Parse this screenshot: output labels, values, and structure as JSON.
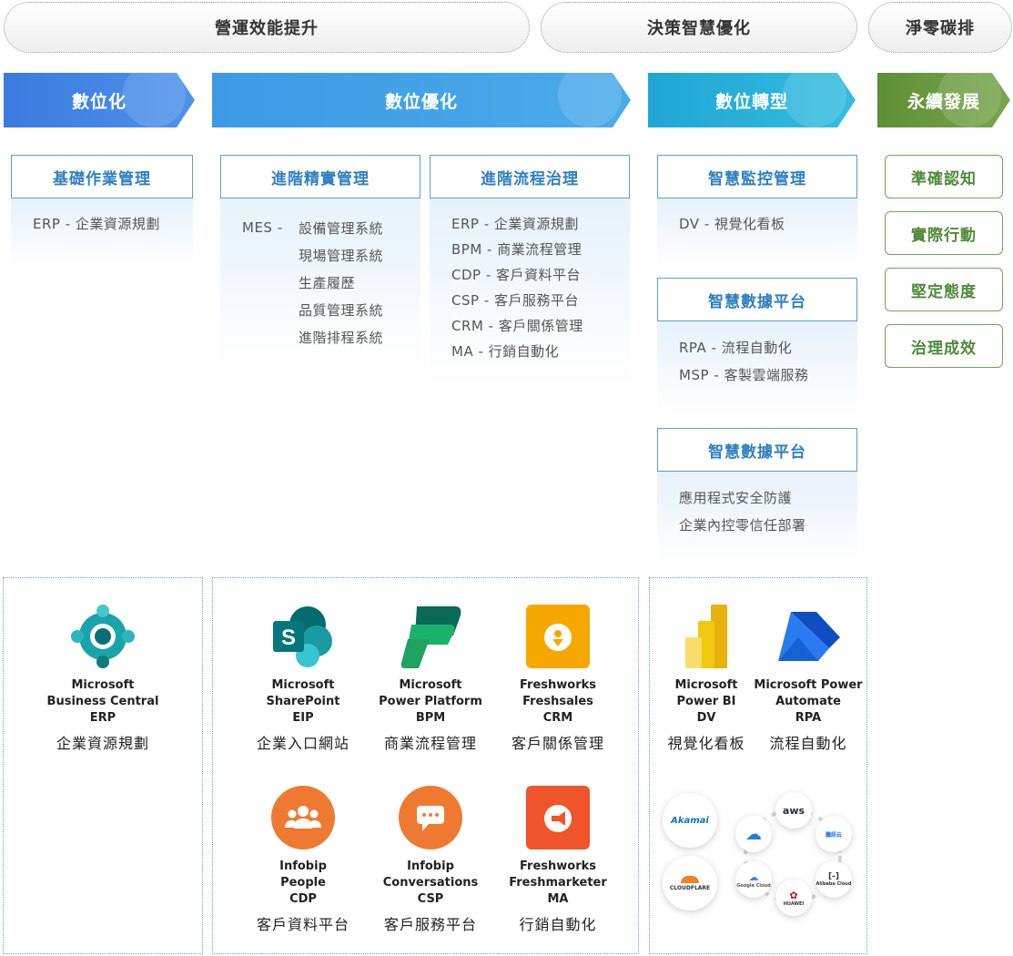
{
  "top_pills": [
    "營運效能提升",
    "決策智慧優化",
    "淨零碳排"
  ],
  "arrows": [
    "數位化",
    "數位優化",
    "數位轉型",
    "永續發展"
  ],
  "colors": {
    "arrow1": "#3d7fe0",
    "arrow2": "#40a2e6",
    "arrow3": "#23acd8",
    "arrow4": "#6a9a3e",
    "panel_title": "#2f7fc1",
    "green": "#4f8a3a"
  },
  "panels": {
    "basic": {
      "title": "基礎作業管理",
      "lines": [
        "ERP - 企業資源規劃"
      ]
    },
    "lean": {
      "title": "進階精實管理",
      "prefix": "MES -",
      "lines": [
        "設備管理系統",
        "現場管理系統",
        "生產履歷",
        "品質管理系統",
        "進階排程系統"
      ]
    },
    "process": {
      "title": "進階流程治理",
      "lines": [
        "ERP - 企業資源規劃",
        "BPM - 商業流程管理",
        "CDP - 客戶資料平台",
        "CSP - 客戶服務平台",
        "CRM - 客戶關係管理",
        "MA - 行銷自動化"
      ]
    },
    "monitor": {
      "title": "智慧監控管理",
      "lines": [
        "DV - 視覺化看板"
      ]
    },
    "data1": {
      "title": "智慧數據平台",
      "lines": [
        "RPA - 流程自動化",
        "MSP - 客製雲端服務"
      ]
    },
    "data2": {
      "title": "智慧數據平台",
      "lines": [
        "應用程式安全防護",
        "企業內控零信任部署"
      ]
    }
  },
  "sustain": [
    "準確認知",
    "實際行動",
    "堅定態度",
    "治理成效"
  ],
  "products": [
    {
      "name": "Microsoft\nBusiness Central\nERP",
      "zh": "企業資源規劃",
      "icon": "business-central-icon"
    },
    {
      "name": "Microsoft\nSharePoint\nEIP",
      "zh": "企業入口網站",
      "icon": "sharepoint-icon"
    },
    {
      "name": "Microsoft\nPower Platform\nBPM",
      "zh": "商業流程管理",
      "icon": "power-platform-icon"
    },
    {
      "name": "Freshworks\nFreshsales\nCRM",
      "zh": "客戶關係管理",
      "icon": "freshsales-icon"
    },
    {
      "name": "Infobip\nPeople\nCDP",
      "zh": "客戶資料平台",
      "icon": "infobip-people-icon"
    },
    {
      "name": "Infobip\nConversations\nCSP",
      "zh": "客戶服務平台",
      "icon": "infobip-conversations-icon"
    },
    {
      "name": "Freshworks\nFreshmarketer\nMA",
      "zh": "行銷自動化",
      "icon": "freshmarketer-icon"
    },
    {
      "name": "Microsoft\nPower BI\nDV",
      "zh": "視覺化看板",
      "icon": "power-bi-icon"
    },
    {
      "name": "Microsoft Power\nAutomate\nRPA",
      "zh": "流程自動化",
      "icon": "power-automate-icon"
    }
  ],
  "cloud_logos": [
    "Akamai",
    "CLOUDFLARE",
    "aws",
    "騰訊云",
    "Alibaba Cloud",
    "HUAWEI",
    "Google Cloud"
  ]
}
